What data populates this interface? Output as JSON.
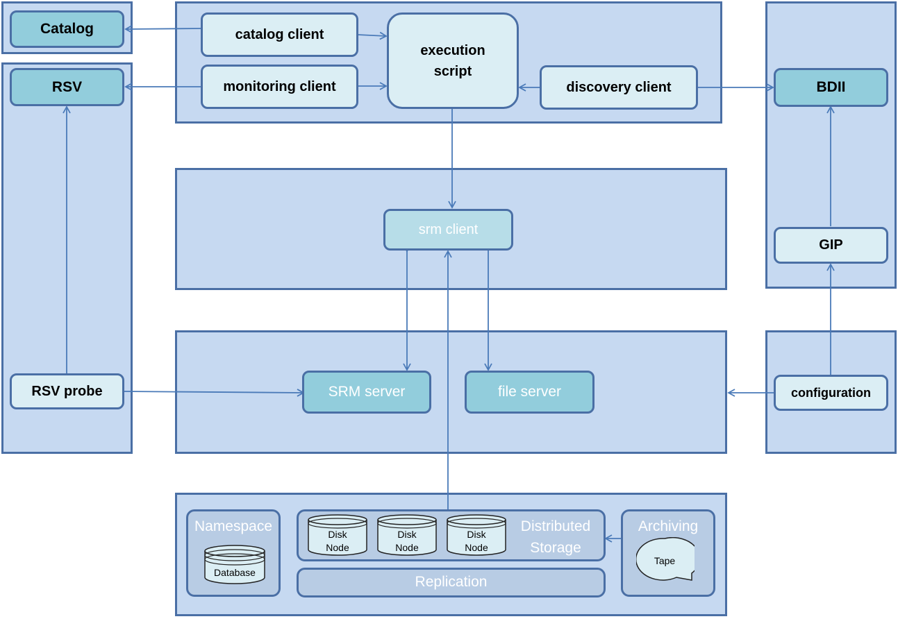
{
  "nodes": {
    "catalog": "Catalog",
    "rsv": "RSV",
    "rsv_probe": "RSV probe",
    "catalog_client": "catalog client",
    "monitoring_client": "monitoring client",
    "execution_script": "execution script",
    "discovery_client": "discovery client",
    "bdii": "BDII",
    "gip": "GIP",
    "configuration": "configuration",
    "srm_client": "srm client",
    "srm_server": "SRM server",
    "file_server": "file server",
    "namespace": "Namespace",
    "database": "Database",
    "distributed_storage": "Distributed Storage",
    "disk_node": "Disk Node",
    "archiving": "Archiving",
    "tape": "Tape",
    "replication": "Replication"
  },
  "colors": {
    "region_fill": "#c6d9f1",
    "border": "#4a6fa5",
    "node_dark": "#92cddc",
    "node_light": "#dbeef4",
    "inner_fill": "#b8cce4"
  }
}
